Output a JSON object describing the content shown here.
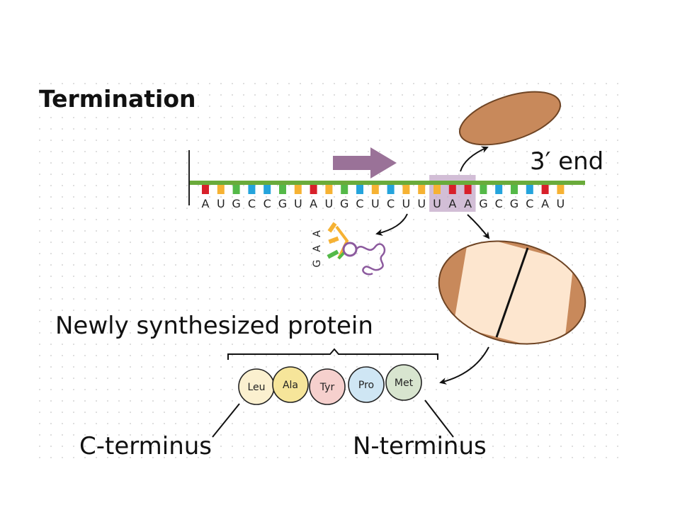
{
  "title": "Termination",
  "three_prime_end": "3′ end",
  "mrna": {
    "bases": [
      "A",
      "U",
      "G",
      "C",
      "C",
      "G",
      "U",
      "A",
      "U",
      "G",
      "C",
      "U",
      "C",
      "U",
      "U",
      "U",
      "A",
      "A",
      "G",
      "C",
      "G",
      "C",
      "A",
      "U"
    ],
    "stop_codon_start": 15,
    "stop_codon_length": 3
  },
  "trna": {
    "anticodon": [
      "G",
      "A",
      "A"
    ]
  },
  "protein": {
    "label": "Newly synthesized protein",
    "amino_acids": [
      {
        "name": "Leu",
        "color": "#fbf0cf"
      },
      {
        "name": "Ala",
        "color": "#f6e59a"
      },
      {
        "name": "Tyr",
        "color": "#f6d0cd"
      },
      {
        "name": "Pro",
        "color": "#cfe6f4"
      },
      {
        "name": "Met",
        "color": "#d8e5cf"
      }
    ],
    "c_terminus": "C-terminus",
    "n_terminus": "N-terminus"
  },
  "colors": {
    "backbone": "#6aab3b",
    "base_A": "#d8202a",
    "base_U": "#f6b233",
    "base_G": "#54b948",
    "base_C": "#24a4dc",
    "ribosome_fill": "#c8895b",
    "ribosome_stroke": "#6e4424",
    "ribosome_light": "#fde6cf",
    "arrow": "#9a7298",
    "highlight": "#c3a8c8",
    "trna_loop": "#8c5a9e"
  }
}
